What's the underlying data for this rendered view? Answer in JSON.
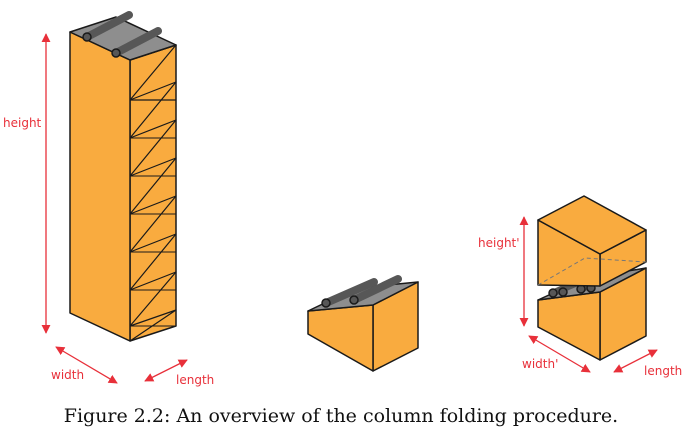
{
  "labels": {
    "tall_height": "height",
    "tall_width": "width",
    "tall_length": "length",
    "small_height": "height'",
    "small_width": "width'",
    "small_length": "length'"
  },
  "caption": "Figure 2.2: An overview of the column folding procedure.",
  "colors": {
    "body": "#f9ab3f",
    "outline": "#1a1a1a",
    "top_plate": "#8e8e8e",
    "rod": "#575757",
    "dimension": "#e8303a"
  }
}
